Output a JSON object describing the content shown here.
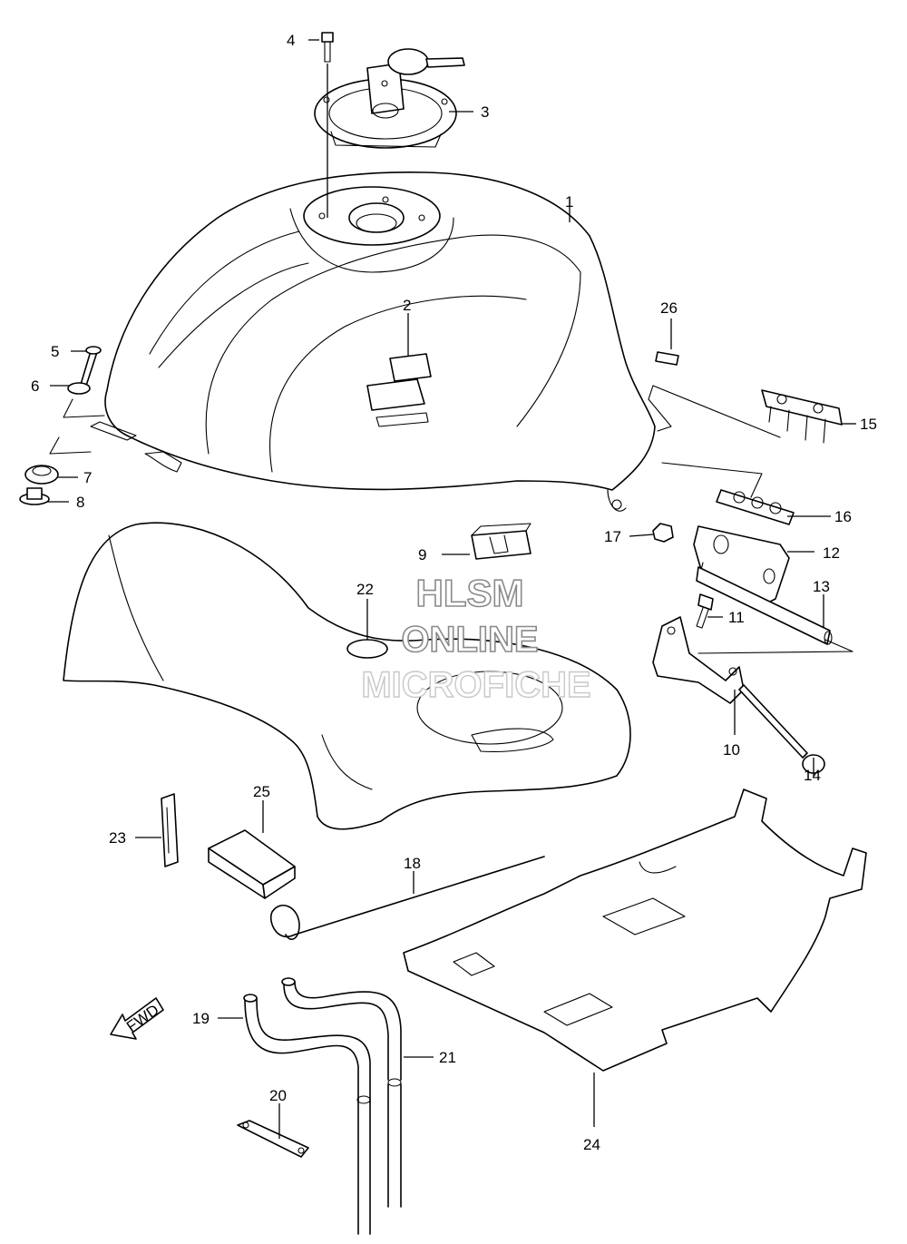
{
  "watermark": {
    "line1": "HLSM",
    "line2": "ONLINE",
    "line3": "MICROFICHE"
  },
  "direction_badge": "FWD",
  "icons": [
    "fwd-arrow-icon"
  ],
  "parts": [
    {
      "id": "1"
    },
    {
      "id": "2"
    },
    {
      "id": "3"
    },
    {
      "id": "4"
    },
    {
      "id": "5"
    },
    {
      "id": "6"
    },
    {
      "id": "7"
    },
    {
      "id": "8"
    },
    {
      "id": "9"
    },
    {
      "id": "10"
    },
    {
      "id": "11"
    },
    {
      "id": "12"
    },
    {
      "id": "13"
    },
    {
      "id": "14"
    },
    {
      "id": "15"
    },
    {
      "id": "16"
    },
    {
      "id": "17"
    },
    {
      "id": "18"
    },
    {
      "id": "19"
    },
    {
      "id": "20"
    },
    {
      "id": "21"
    },
    {
      "id": "22"
    },
    {
      "id": "23"
    },
    {
      "id": "24"
    },
    {
      "id": "25"
    },
    {
      "id": "26"
    }
  ]
}
